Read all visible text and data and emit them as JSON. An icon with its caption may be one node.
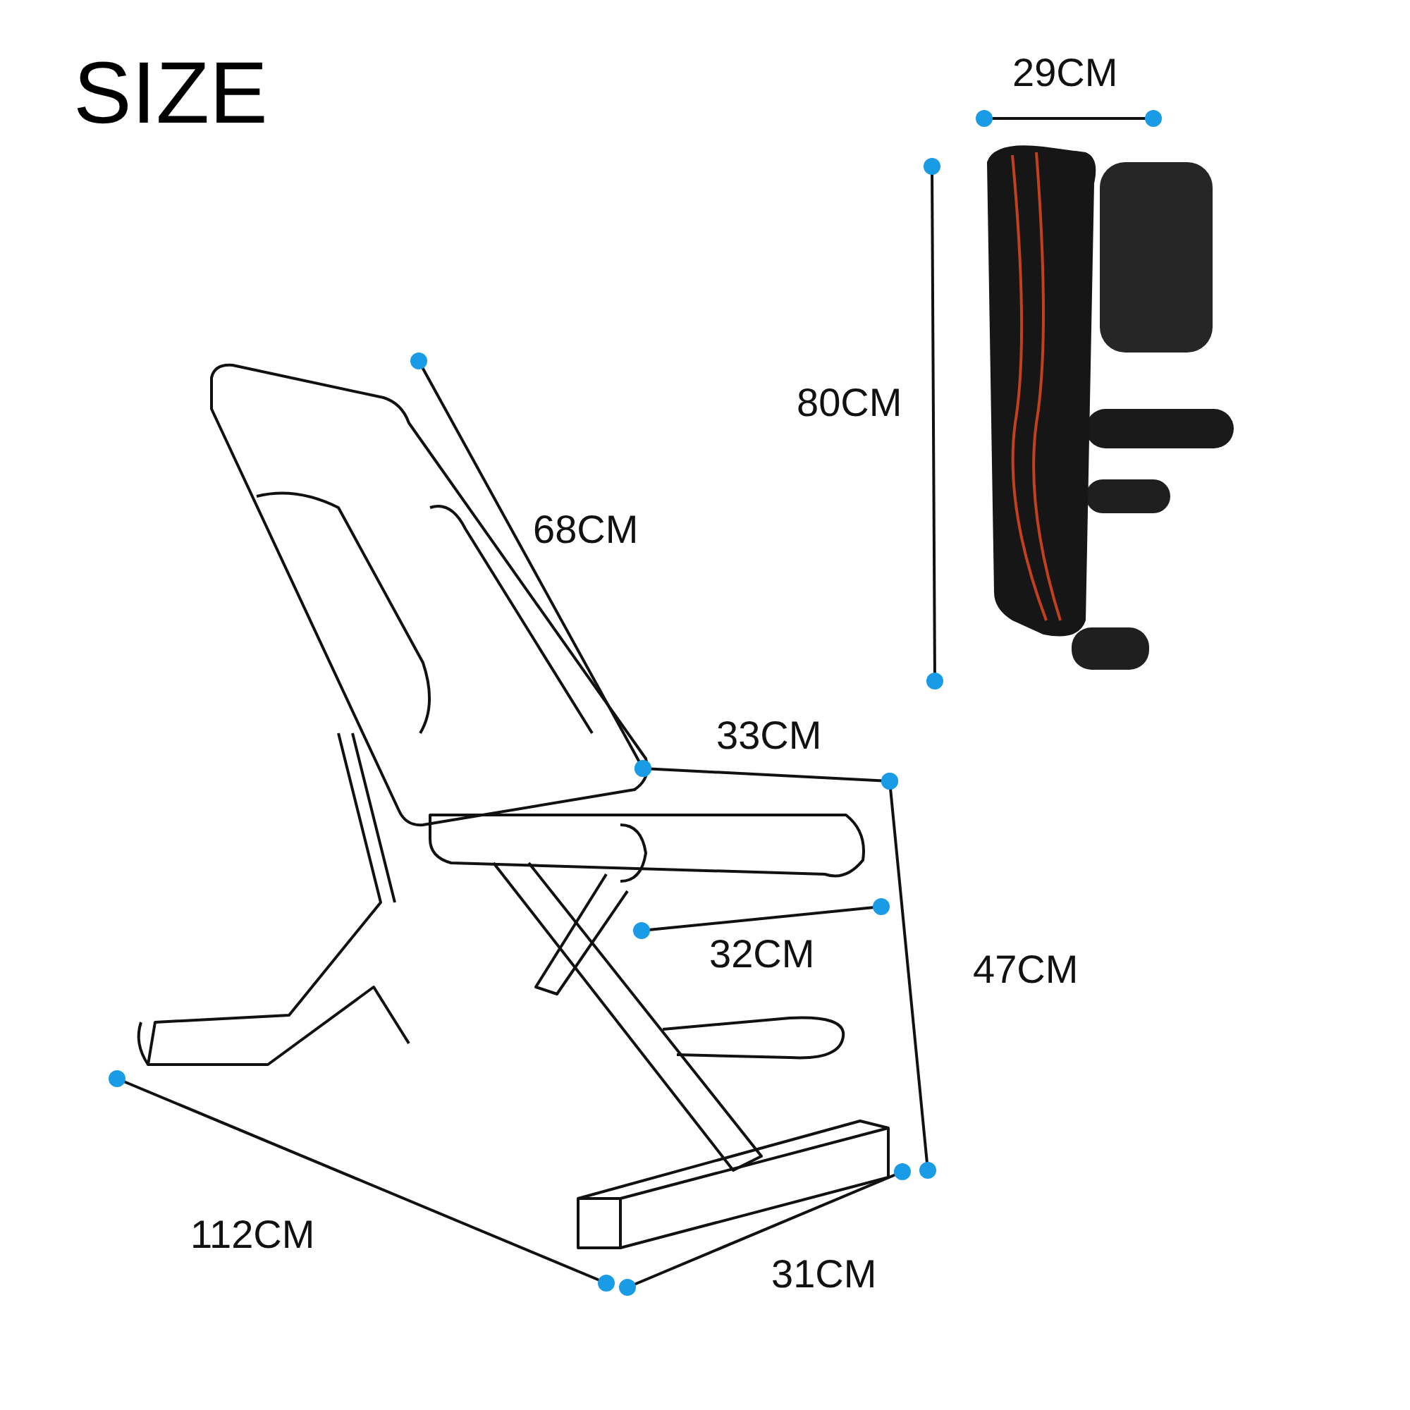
{
  "diagram": {
    "title": "SIZE",
    "labels": [
      "29CM",
      "80CM",
      "68CM",
      "33CM",
      "32CM",
      "47CM",
      "112CM",
      "31CM"
    ]
  }
}
